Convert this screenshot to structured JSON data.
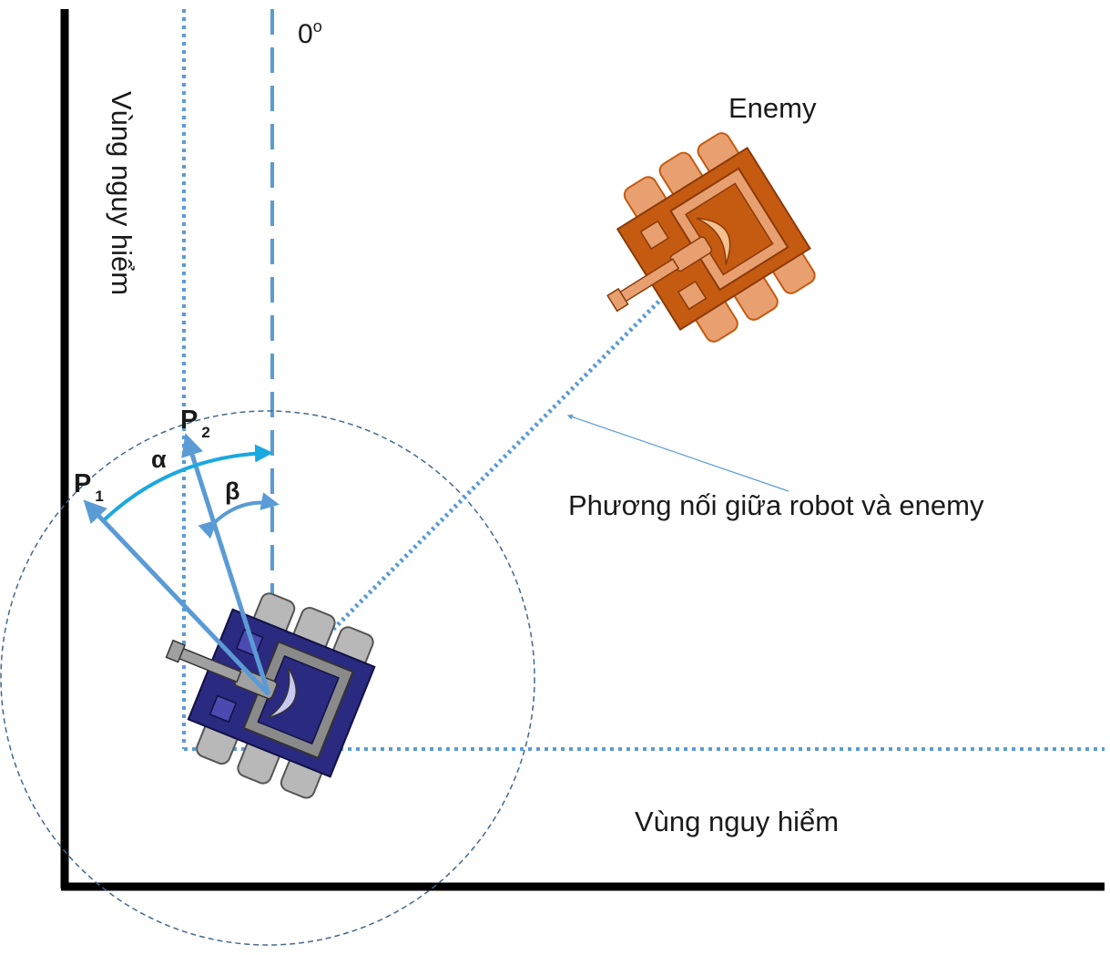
{
  "labels": {
    "zero_deg": "0",
    "zero_deg_sup": "o",
    "enemy": "Enemy",
    "danger_zone_left": "Vùng nguy hiểm",
    "danger_zone_bottom": "Vùng nguy hiểm",
    "direction_line": "Phương nối giữa robot và enemy",
    "p1": "P",
    "p1_sub": "1",
    "p2": "P",
    "p2_sub": "2",
    "alpha": "α",
    "beta": "β"
  },
  "colors": {
    "wall": "#000000",
    "line_blue": "#5b9bd5",
    "arc_cyan": "#1ba8e0",
    "circle": "#44688c",
    "robot_body": "#2a2a80",
    "robot_plate": "#8a8a8a",
    "enemy_body": "#c55a11",
    "enemy_plate": "#e8a070"
  },
  "icons": {
    "robot": "player-tank-icon",
    "enemy": "enemy-tank-icon"
  }
}
